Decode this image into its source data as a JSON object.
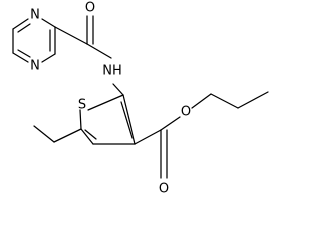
{
  "molecule": {
    "atoms": {
      "n_top": "N",
      "n_bottom": "N",
      "o_carbonyl_top": "O",
      "nh": "NH",
      "s": "S",
      "o_ester": "O",
      "o_carbonyl_bottom": "O"
    }
  },
  "colors": {
    "bond": "#000000",
    "background": "#ffffff"
  }
}
